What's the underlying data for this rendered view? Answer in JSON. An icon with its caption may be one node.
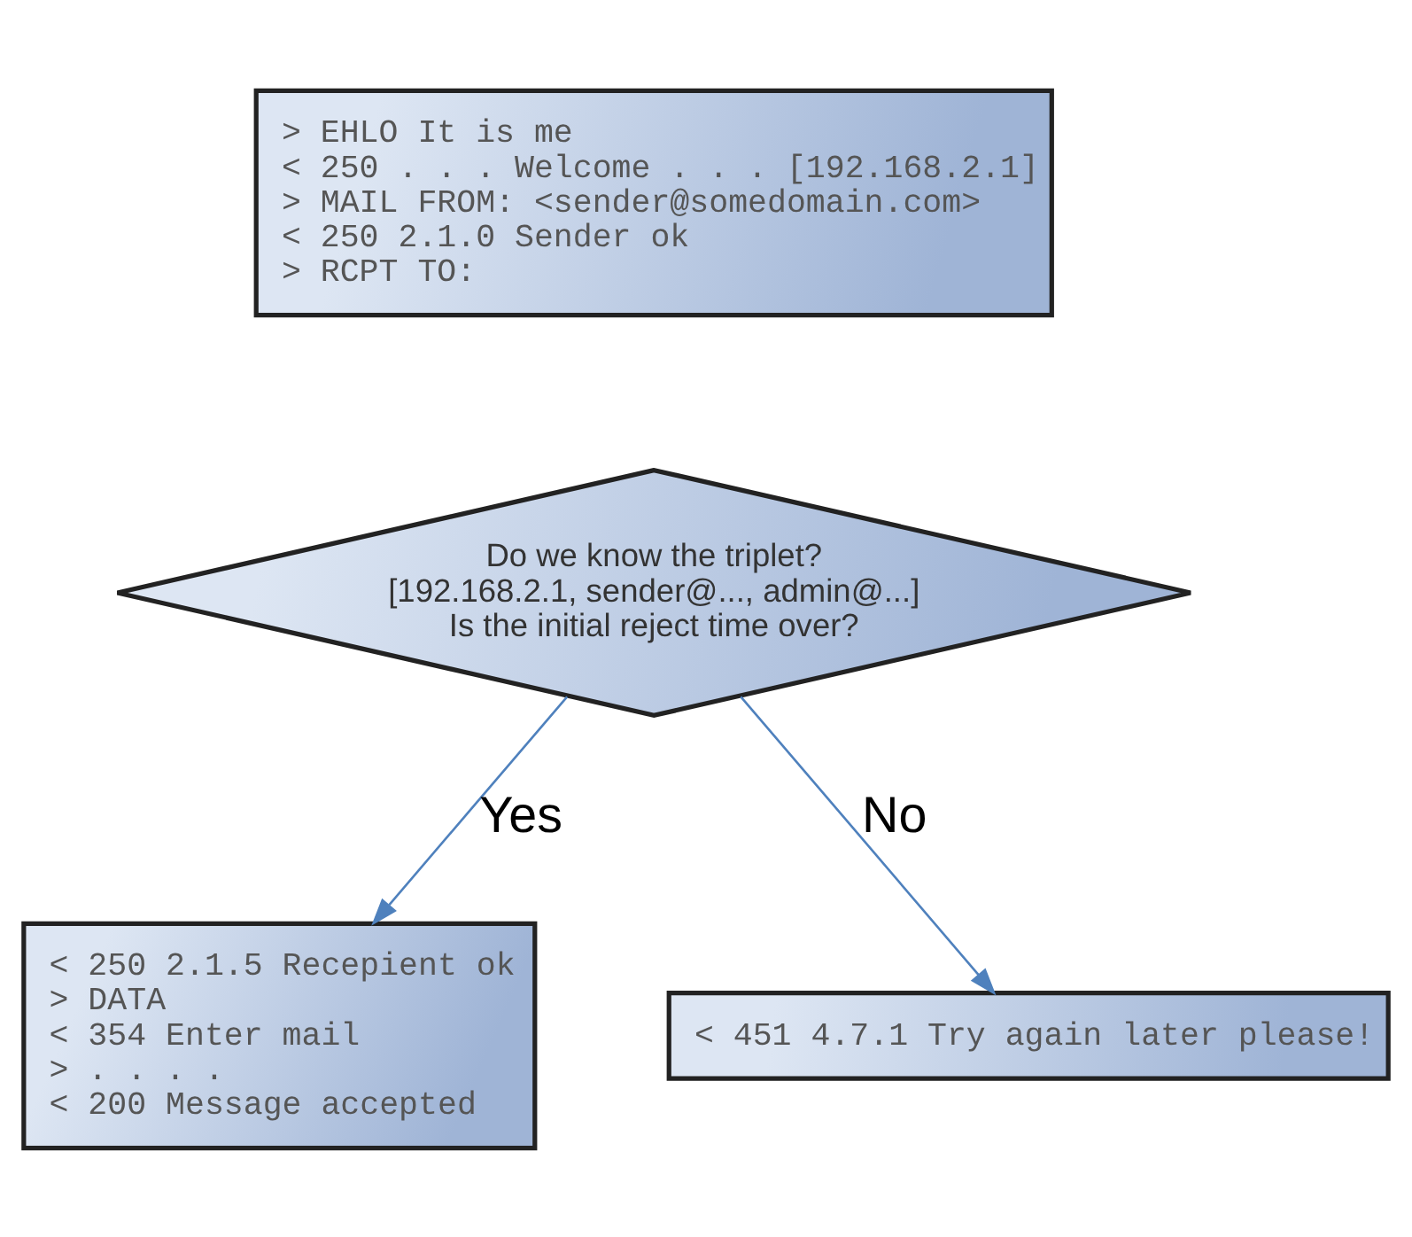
{
  "diagram": {
    "nodes": [
      {
        "text": [
          "> EHLO It is me",
          "< 250 . . . Welcome . . . [192.168.2.1]",
          "> MAIL FROM: <sender@somedomain.com>",
          "< 250 2.1.0 Sender ok",
          "> RCPT TO:"
        ]
      },
      {
        "text": [
          "Do we know the triplet?",
          "[192.168.2.1, sender@..., admin@...]",
          "Is the initial reject time over?"
        ]
      },
      {
        "text": [
          "< 250 2.1.5 Recepient ok",
          "> DATA",
          "< 354 Enter mail",
          "> . . . .",
          "< 200 Message accepted"
        ]
      },
      {
        "text": [
          "< 451 4.7.1 Try again later please!"
        ]
      }
    ],
    "edges": [
      {
        "from": 1,
        "to": 2,
        "arrow": "to",
        "label": "Yes"
      },
      {
        "from": 1,
        "to": 3,
        "arrow": "to",
        "label": "No"
      }
    ]
  }
}
